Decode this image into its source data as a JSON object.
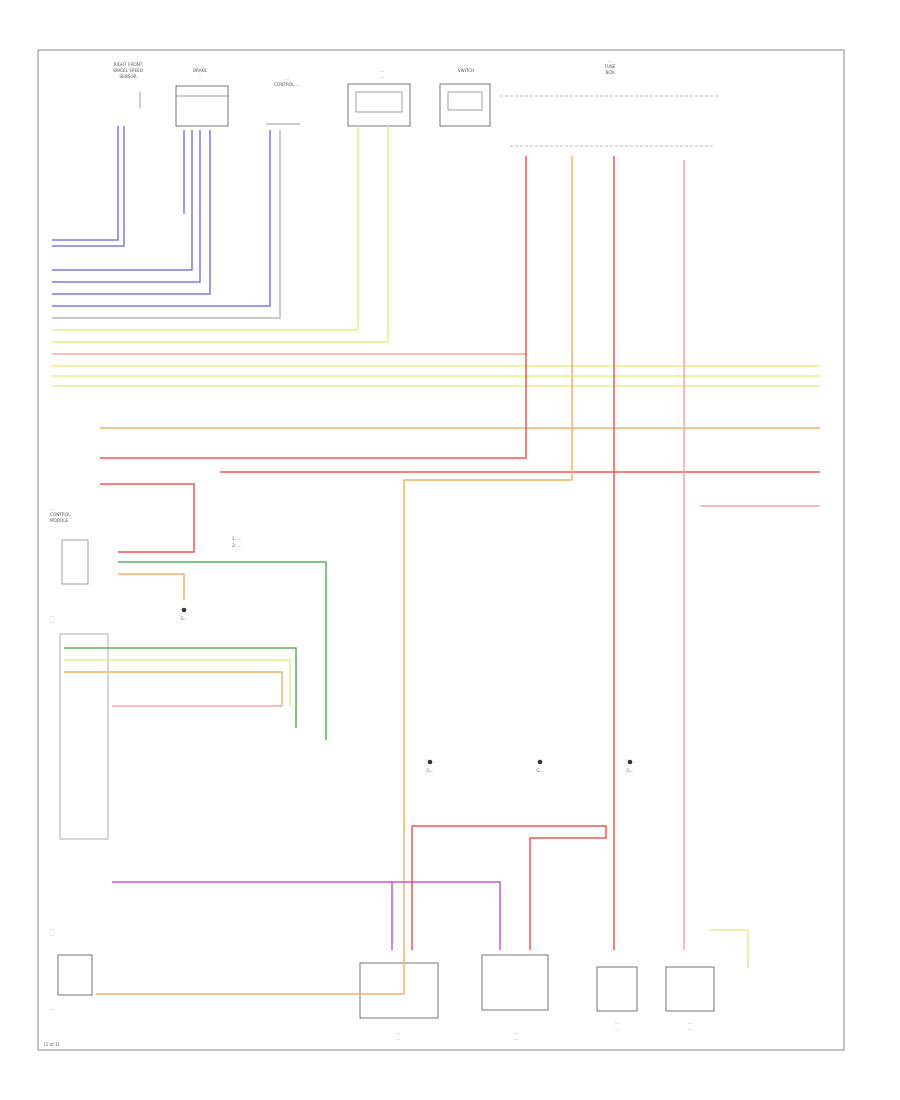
{
  "diagram": {
    "footer_left": "(1 of 3)",
    "colors": {
      "red": "#f05656",
      "pink": "#f6a5a5",
      "yellow": "#ecec8a",
      "orange": "#f3b46b",
      "blue": "#7b7de0",
      "green": "#5fb05f",
      "violet": "#cc55dd",
      "gray": "#b9b9b9"
    },
    "components": [
      {
        "id": "c1",
        "label": "RIGHT FRONT ... SENSOR",
        "lines": [
          "RIGHT FRONT",
          "WHEEL SPEED",
          "SENSOR"
        ]
      },
      {
        "id": "c2",
        "label": "BRAKE ...",
        "lines": [
          "BRAKE",
          "..."
        ]
      },
      {
        "id": "c3",
        "label": "... CONTROL ...",
        "lines": [
          "...",
          "CONTROL ..."
        ]
      },
      {
        "id": "c4",
        "label": "... SENSOR",
        "lines": [
          "...",
          "..."
        ]
      },
      {
        "id": "c5",
        "label": "... SWITCH",
        "lines": [
          "...",
          "SWITCH"
        ]
      },
      {
        "id": "c6",
        "label": "FUSE BOX",
        "lines": [
          "...",
          "FUSE",
          "BOX"
        ]
      },
      {
        "id": "c7",
        "label": "CONTROL MODULE",
        "lines": [
          "...",
          "CONTROL",
          "MODULE"
        ]
      },
      {
        "id": "c8",
        "label": "... MODULE",
        "lines": [
          "...",
          "..."
        ]
      },
      {
        "id": "c9",
        "label": "CONTROL MODULE",
        "lines": [
          "...",
          "..."
        ]
      },
      {
        "id": "c10",
        "label": "... MOTOR",
        "lines": [
          "...",
          "..."
        ]
      },
      {
        "id": "c11",
        "label": "... MOTOR",
        "lines": [
          "...",
          "..."
        ]
      },
      {
        "id": "c12",
        "label": "... SWITCH",
        "lines": [
          "...",
          "..."
        ]
      },
      {
        "id": "c13",
        "label": "... ASSEMBLY",
        "lines": [
          "...",
          "..."
        ]
      }
    ],
    "notes": [
      "1: ...",
      "2: ..."
    ],
    "ground_labels": [
      "G...",
      "G...",
      "G...",
      "G..."
    ]
  }
}
